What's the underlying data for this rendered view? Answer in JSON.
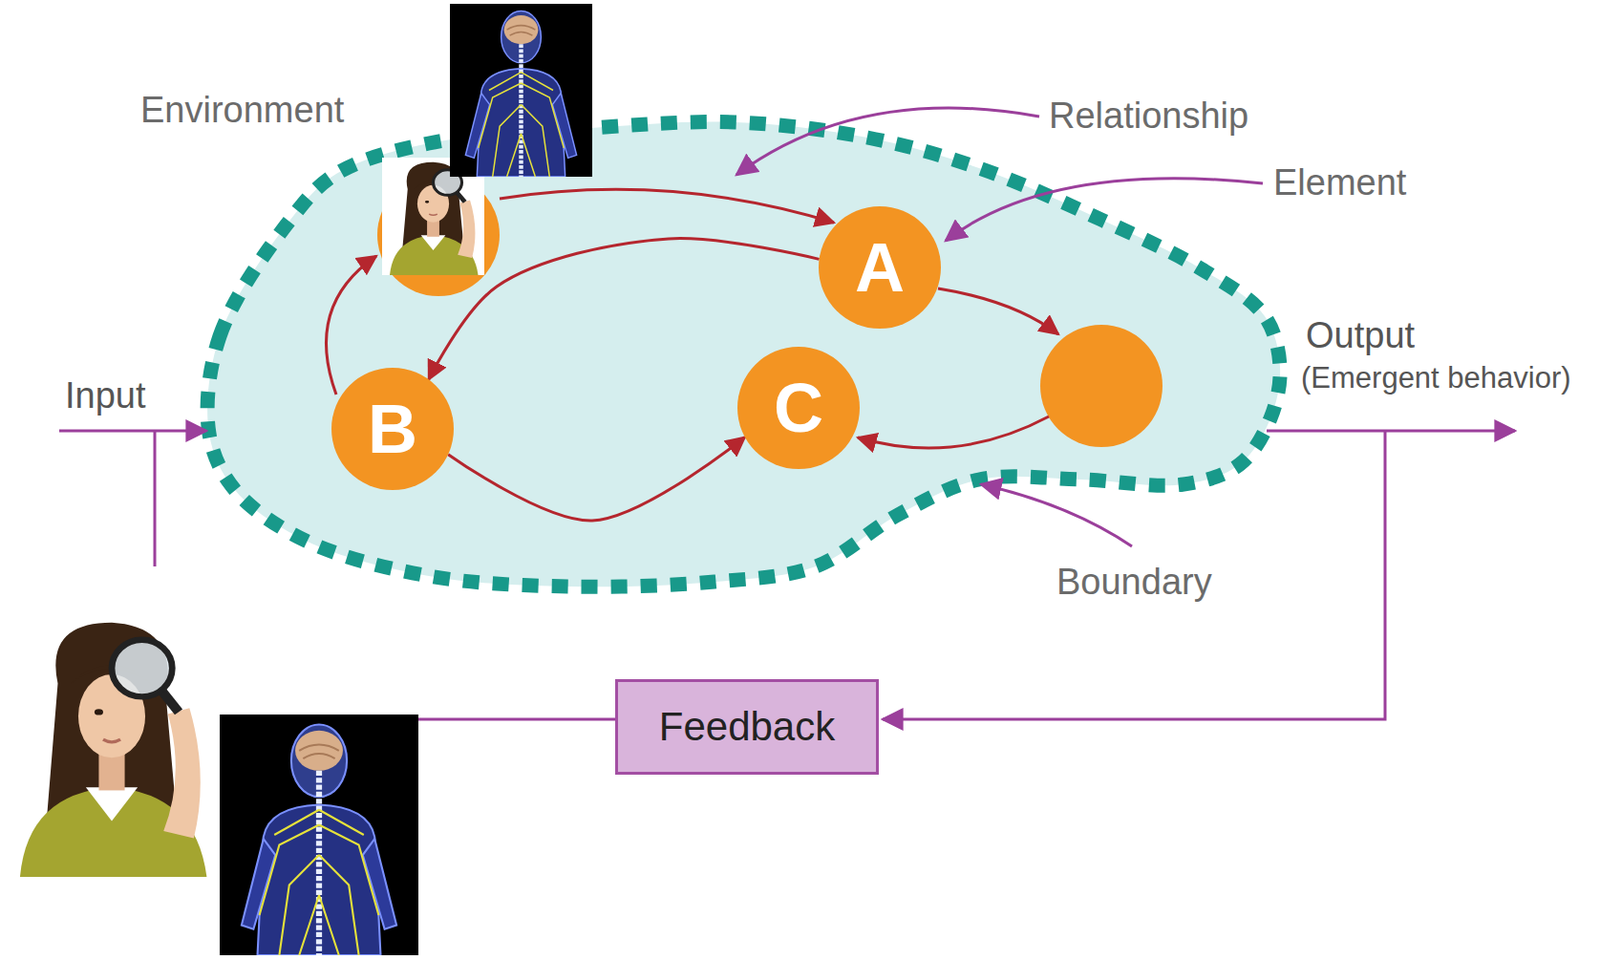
{
  "diagram": {
    "nodes": [
      {
        "text": [
          "A"
        ]
      },
      {
        "text": [
          "B"
        ]
      },
      {
        "text": [
          "C"
        ]
      },
      {
        "text": [
          "Feedback"
        ]
      }
    ],
    "edges": [
      {
        "from": 0,
        "to": 1,
        "arrow": "to"
      },
      {
        "from": 1,
        "to": 2,
        "arrow": "to"
      }
    ],
    "labels": [
      "Environment",
      "Relationship",
      "Element",
      "Input",
      "Output",
      "(Emergent behavior)",
      "Boundary"
    ]
  }
}
